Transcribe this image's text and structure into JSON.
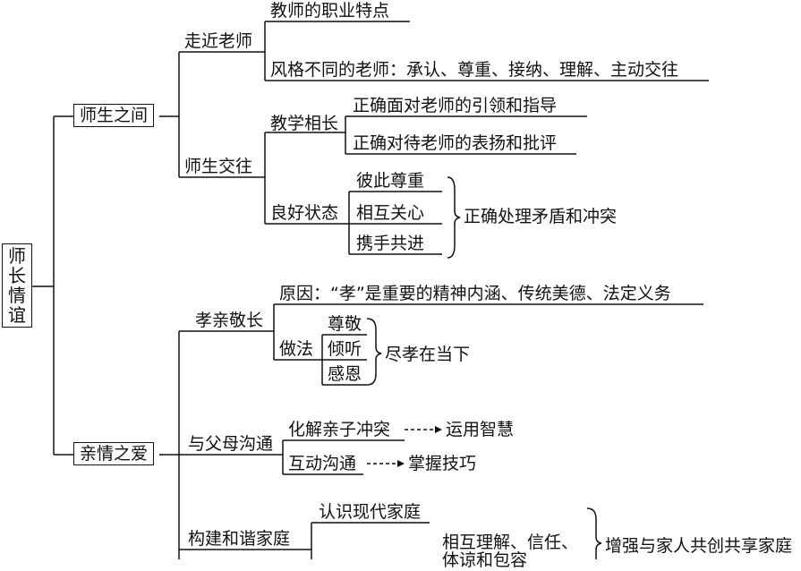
{
  "root": "师长情谊",
  "branches": {
    "teacher": {
      "label": "师生之间",
      "approach": {
        "label": "走近老师",
        "items": [
          "教师的职业特点",
          "风格不同的老师：承认、尊重、接纳、理解、主动交往"
        ]
      },
      "interaction": {
        "label": "师生交往",
        "teaching": {
          "label": "教学相长",
          "items": [
            "正确面对老师的引领和指导",
            "正确对待老师的表扬和批评"
          ]
        },
        "good_state": {
          "label": "良好状态",
          "items": [
            "彼此尊重",
            "相互关心",
            "携手共进"
          ],
          "summary": "正确处理矛盾和冲突"
        }
      }
    },
    "family": {
      "label": "亲情之爱",
      "filial": {
        "label": "孝亲敬长",
        "reason": "原因：“孝”是重要的精神内涵、传统美德、法定义务",
        "practice": {
          "label": "做法",
          "items": [
            "尊敬",
            "倾听",
            "感恩"
          ],
          "summary": "尽孝在当下"
        }
      },
      "communicate": {
        "label": "与父母沟通",
        "items": [
          {
            "label": "化解亲子冲突",
            "result": "运用智慧"
          },
          {
            "label": "互动沟通",
            "result": "掌握技巧"
          }
        ]
      },
      "harmony": {
        "label": "构建和谐家庭",
        "items": [
          "认识现代家庭",
          "相互理解、信任、",
          "体谅和包容"
        ],
        "summary": "增强与家人共创共享家庭"
      }
    }
  }
}
